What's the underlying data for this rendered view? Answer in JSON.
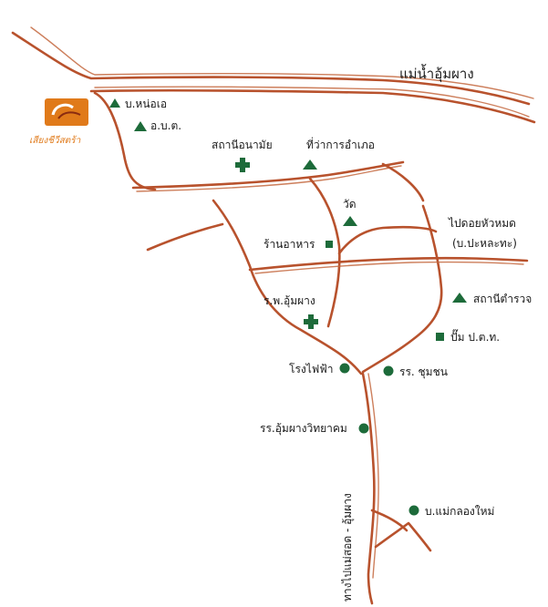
{
  "colors": {
    "road": "#b8522d",
    "marker": "#1d6b3a",
    "brand": "#e07a1a"
  },
  "title": "",
  "river": {
    "label": "แม่น้ำอุ้มผาง"
  },
  "brand": {
    "label": "เสียงชีวีสตร้า",
    "icon": "logo-icon"
  },
  "roadLabel": "ทางไปแม่สอด - อุ้มผาง",
  "places": [
    {
      "name": "บ.หน่อเอ",
      "icon": "triangle"
    },
    {
      "name": "อ.บ.ต.",
      "icon": "triangle"
    },
    {
      "name": "สถานีอนามัย",
      "icon": "cross"
    },
    {
      "name": "ที่ว่าการอำเภอ",
      "icon": "triangle"
    },
    {
      "name": "วัด",
      "icon": "triangle"
    },
    {
      "name": "ไปดอยหัวหมด",
      "icon": "none"
    },
    {
      "name": "(บ.ปะหละทะ)",
      "icon": "none"
    },
    {
      "name": "ร้านอาหาร",
      "icon": "square"
    },
    {
      "name": "สถานีตำรวจ",
      "icon": "triangle"
    },
    {
      "name": "ร.พ.อุ้มผาง",
      "icon": "cross"
    },
    {
      "name": "ปั๊ม ป.ต.ท.",
      "icon": "square"
    },
    {
      "name": "โรงไฟฟ้า",
      "icon": "circle"
    },
    {
      "name": "รร. ชุมชน",
      "icon": "circle"
    },
    {
      "name": "รร.อุ้มผางวิทยาคม",
      "icon": "circle"
    },
    {
      "name": "บ.แม่กลองใหม่",
      "icon": "circle"
    }
  ]
}
